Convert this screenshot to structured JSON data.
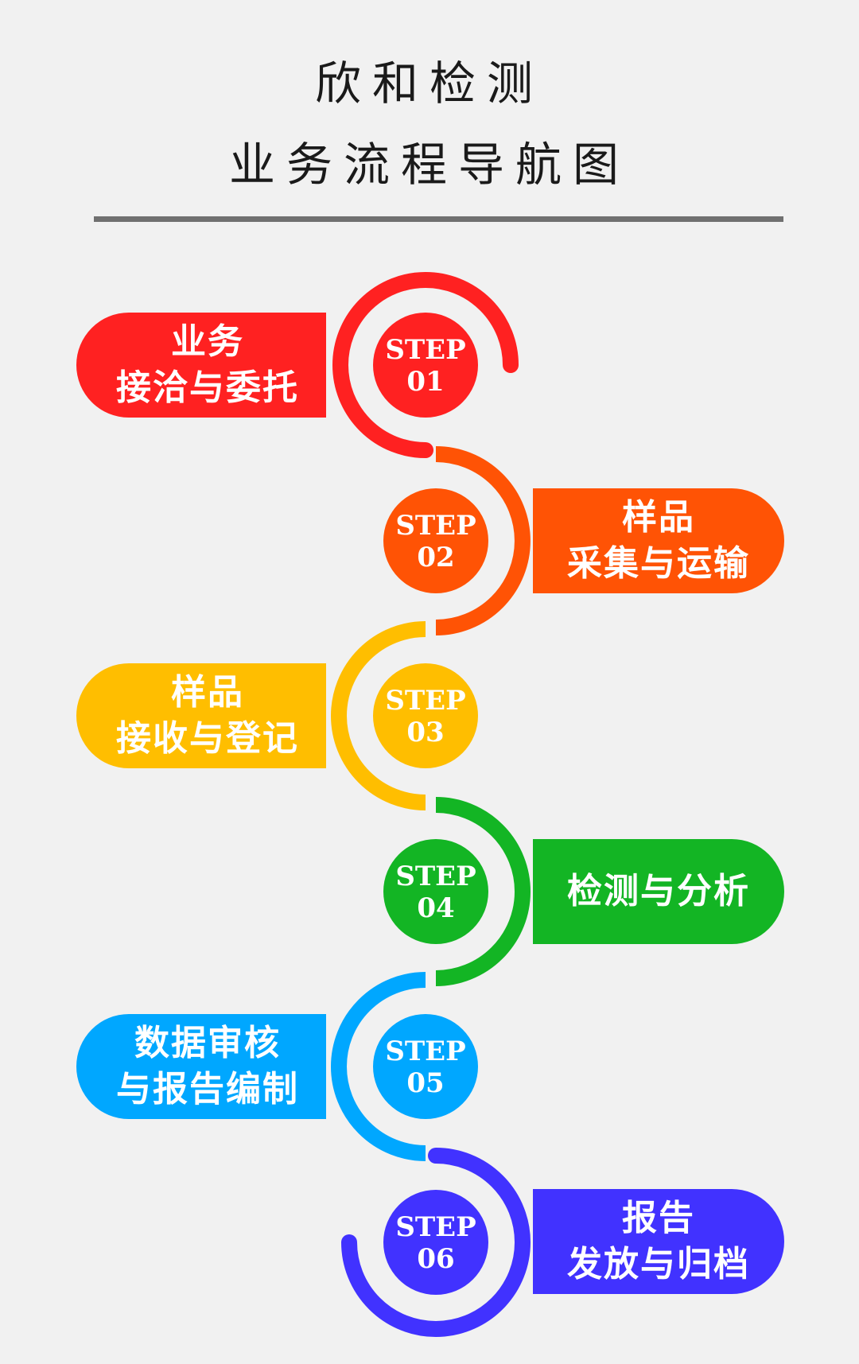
{
  "header": {
    "line1": "欣和检测",
    "line2": "业务流程导航图"
  },
  "steps": [
    {
      "badge_line1": "STEP",
      "badge_line2": "01",
      "label_line1": "业务",
      "label_line2": "接洽与委托",
      "side": "left",
      "color": "#ff2121"
    },
    {
      "badge_line1": "STEP",
      "badge_line2": "02",
      "label_line1": "样品",
      "label_line2": "采集与运输",
      "side": "right",
      "color": "#ff5305"
    },
    {
      "badge_line1": "STEP",
      "badge_line2": "03",
      "label_line1": "样品",
      "label_line2": "接收与登记",
      "side": "left",
      "color": "#ffbe00"
    },
    {
      "badge_line1": "STEP",
      "badge_line2": "04",
      "label_line1": "检测与分析",
      "label_line2": "",
      "side": "right",
      "color": "#13b524"
    },
    {
      "badge_line1": "STEP",
      "badge_line2": "05",
      "label_line1": "数据审核",
      "label_line2": "与报告编制",
      "side": "left",
      "color": "#00a7ff"
    },
    {
      "badge_line1": "STEP",
      "badge_line2": "06",
      "label_line1": "报告",
      "label_line2": "发放与归档",
      "side": "right",
      "color": "#4132ff"
    }
  ]
}
